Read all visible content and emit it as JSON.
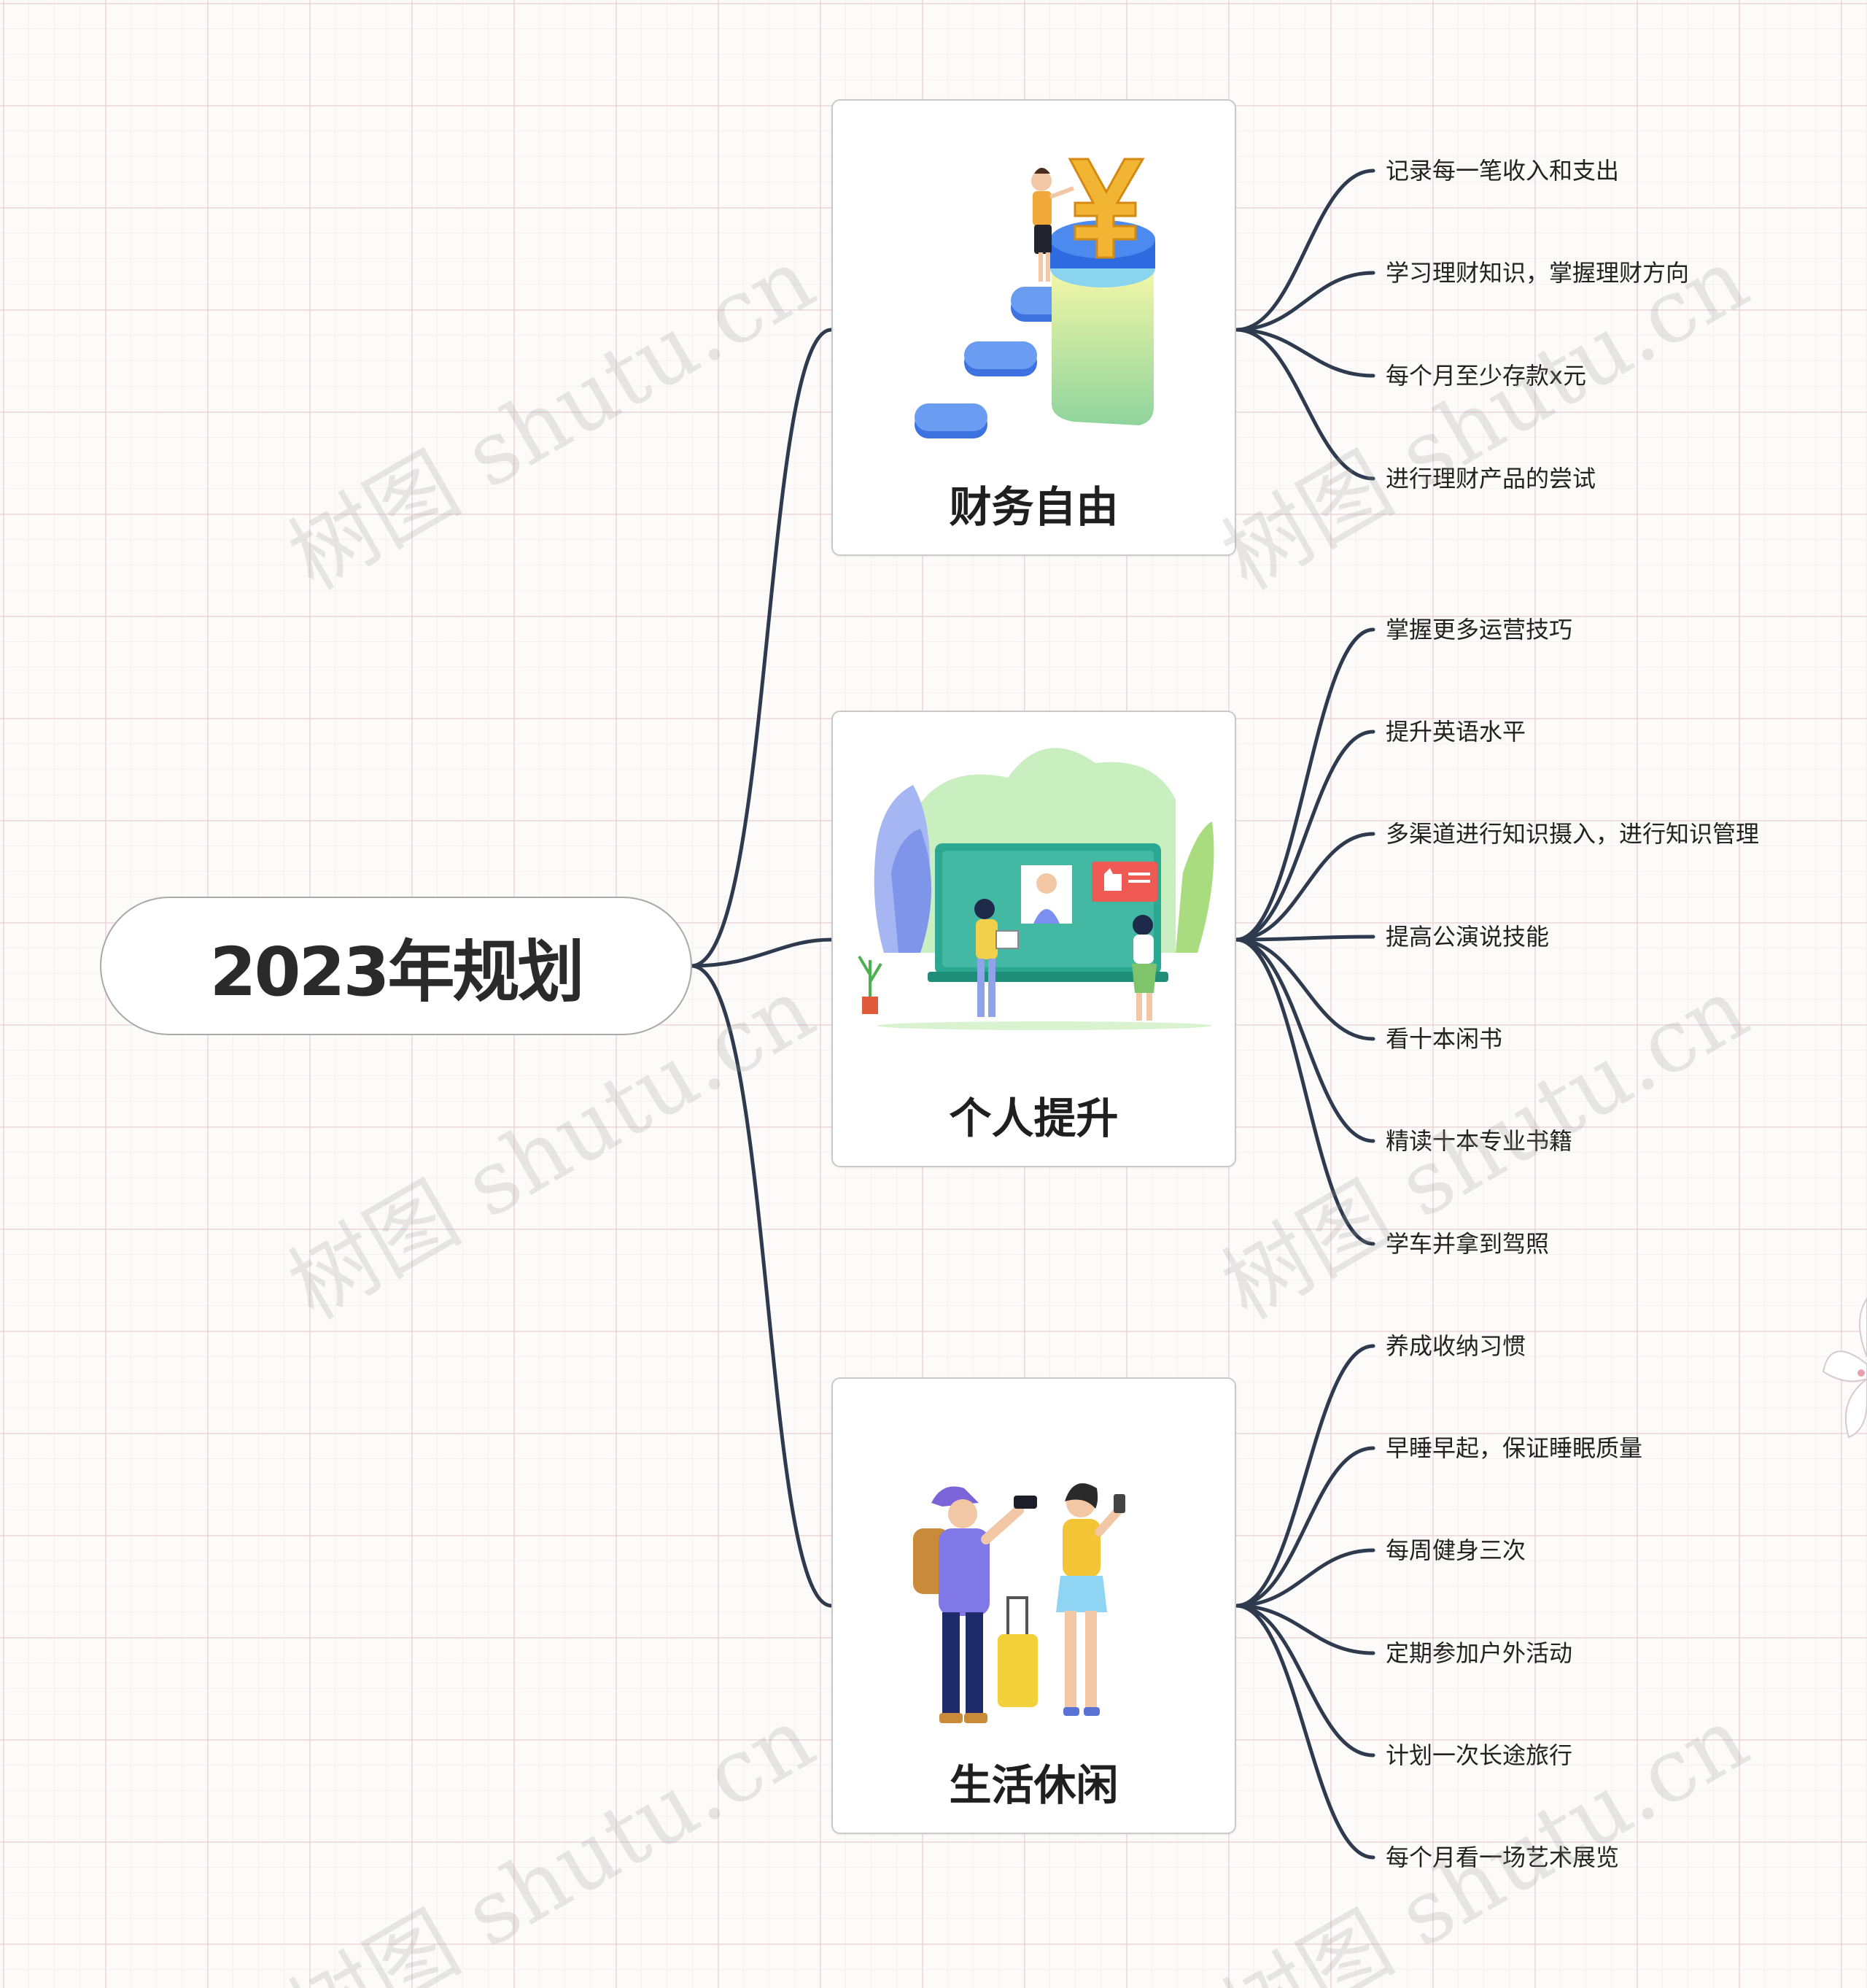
{
  "root": {
    "title": "2023年规划"
  },
  "branches": [
    {
      "title": "财务自由",
      "illustration": "finance-coins-icon",
      "items": [
        "记录每一笔收入和支出",
        "学习理财知识，掌握理财方向",
        "每个月至少存款x元",
        "进行理财产品的尝试"
      ]
    },
    {
      "title": "个人提升",
      "illustration": "presentation-board-icon",
      "items": [
        "掌握更多运营技巧",
        "提升英语水平",
        "多渠道进行知识摄入，进行知识管理",
        "提高公演说技能",
        "看十本闲书",
        "精读十本专业书籍",
        "学车并拿到驾照"
      ]
    },
    {
      "title": "生活休闲",
      "illustration": "travelers-icon",
      "items": [
        "养成收纳习惯",
        "早睡早起，保证睡眠质量",
        "每周健身三次",
        "定期参加户外活动",
        "计划一次长途旅行",
        "每个月看一场艺术展览"
      ]
    }
  ],
  "watermark": "树图 shutu.cn",
  "colors": {
    "connector": "#2e3b4e",
    "grid": "#e8cdd0",
    "background": "#fdfbf9"
  }
}
